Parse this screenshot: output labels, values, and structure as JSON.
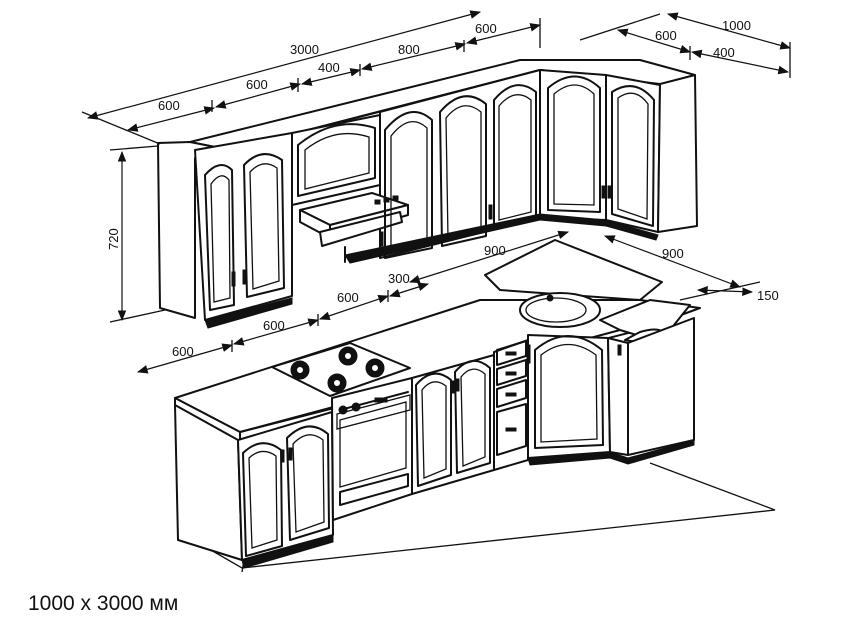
{
  "dimensions": {
    "upper_total": "3000",
    "upper_1": "600",
    "upper_2": "600",
    "upper_3": "400",
    "upper_4": "800",
    "upper_5": "600",
    "upper_side_total": "1000",
    "upper_side_1": "600",
    "upper_side_2": "400",
    "height": "720",
    "counter_depth_right": "900",
    "counter_side_right": "900",
    "counter_overhang": "150",
    "lower_1": "600",
    "lower_2": "600",
    "lower_3": "600",
    "lower_4": "300"
  },
  "caption": "1000 х 3000 мм"
}
